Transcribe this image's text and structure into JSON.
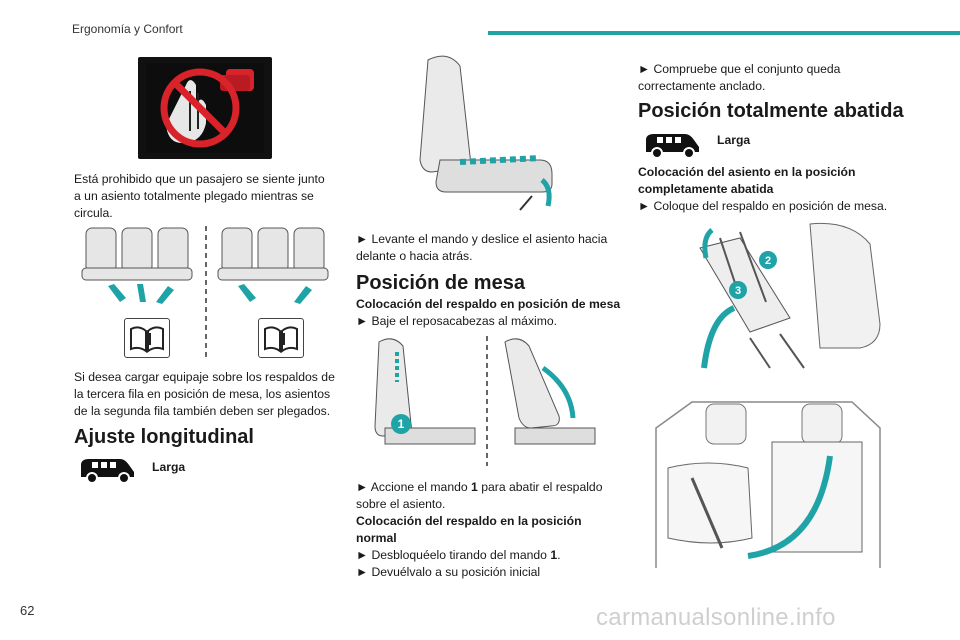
{
  "header": {
    "section_title": "Ergonomía y Confort",
    "page_number": "62"
  },
  "watermark": "carmanualsonline.info",
  "colors": {
    "accent": "#1fa3a7",
    "warning_red": "#d8232a",
    "badge_teal": "#1fa3a7"
  },
  "col1": {
    "warning_text_1": "Está prohibido que un pasajero se siente junto",
    "warning_text_2": "a un asiento totalmente plegado mientras se",
    "warning_text_3": "circula.",
    "luggage_text_1": "Si desea cargar equipaje sobre los respaldos de",
    "luggage_text_2": "la tercera fila en posición de mesa, los asientos",
    "luggage_text_3": "de la segunda fila también deben ser plegados.",
    "heading": "Ajuste longitudinal",
    "version_label": "Larga"
  },
  "col2": {
    "lift_text_1": "► Levante el mando y deslice el asiento hacia",
    "lift_text_2": "delante o hacia atrás.",
    "heading": "Posición de mesa",
    "sub1": "Colocación del respaldo en posición de mesa",
    "step1": "► Baje el reposacabezas al máximo.",
    "badge1": "1",
    "step2_pre": "► Accione el mando ",
    "step2_num": "1",
    "step2_post": " para abatir el respaldo",
    "step2_line2": "sobre el asiento.",
    "sub2_line1": "Colocación del respaldo en la posición",
    "sub2_line2": "normal",
    "step3_pre": "► Desbloquéelo tirando del mando ",
    "step3_num": "1",
    "step3_post": ".",
    "step4": "► Devuélvalo a su posición inicial"
  },
  "col3": {
    "check_1": "► Compruebe que el conjunto queda",
    "check_2": "correctamente anclado.",
    "heading": "Posición totalmente abatida",
    "version_label": "Larga",
    "sub_line1": "Colocación del asiento en la posición",
    "sub_line2": "completamente abatida",
    "step1": "► Coloque del respaldo en posición de mesa.",
    "badge2": "2",
    "badge3": "3"
  }
}
